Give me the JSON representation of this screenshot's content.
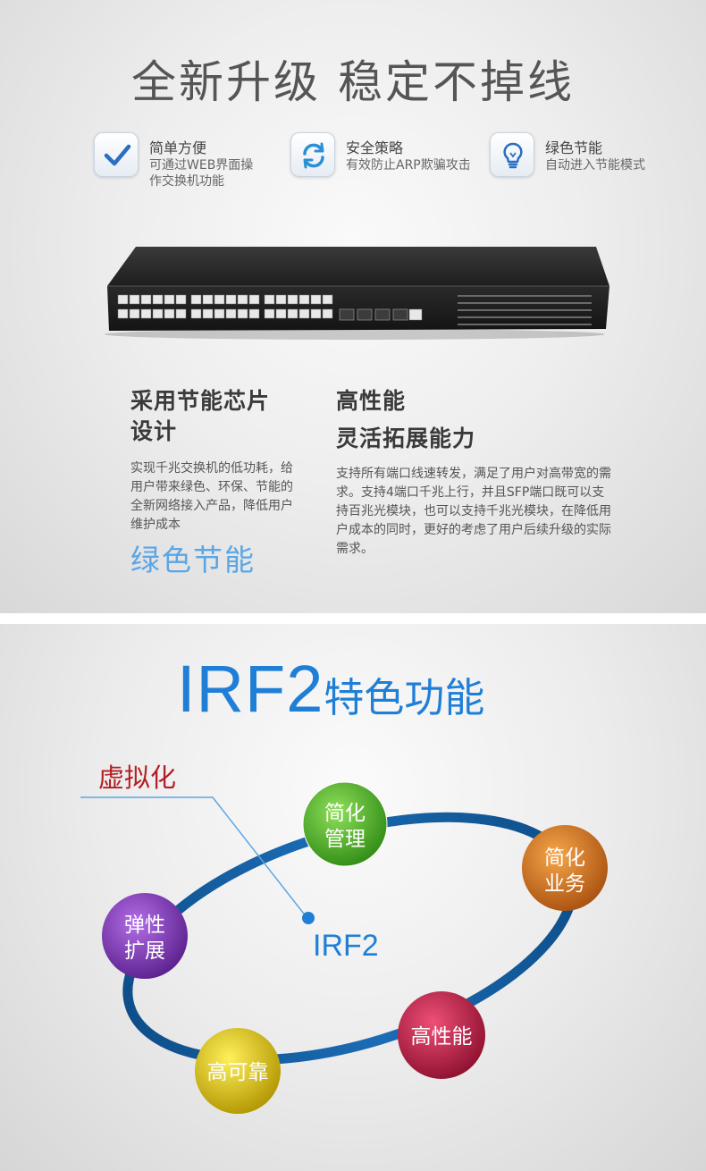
{
  "hero": {
    "title": "全新升级 稳定不掉线"
  },
  "features": [
    {
      "icon": "checkmark-icon",
      "title": "简单方便",
      "desc_line1": "可通过WEB界面操",
      "desc_line2": "作交换机功能"
    },
    {
      "icon": "refresh-icon",
      "title": "安全策略",
      "desc_line1": "有效防止ARP欺骗攻击",
      "desc_line2": ""
    },
    {
      "icon": "lightbulb-icon",
      "title": "绿色节能",
      "desc_line1": "自动进入节能模式",
      "desc_line2": ""
    }
  ],
  "left_block": {
    "heading_line1": "采用节能芯片",
    "heading_line2": "设计",
    "body": "实现千兆交换机的低功耗，给用户带来绿色、环保、节能的全新网络接入产品，降低用户维护成本",
    "highlight": "绿色节能"
  },
  "right_block": {
    "heading_line1": "高性能",
    "heading_line2": "灵活拓展能力",
    "body": "支持所有端口线速转发，满足了用户对高带宽的需求。支持4端口千兆上行，并且SFP端口既可以支持百兆光模块，也可以支持千兆光模块，在降低用户成本的同时，更好的考虑了用户后续升级的实际需求。"
  },
  "irf": {
    "title_main": "IRF2",
    "title_sub": "特色功能",
    "callout_label": "虚拟化",
    "center_label": "IRF2",
    "nodes": [
      {
        "line1": "简化",
        "line2": "管理",
        "color": "#4caf2a"
      },
      {
        "line1": "简化",
        "line2": "业务",
        "color": "#d9751c"
      },
      {
        "line1": "弹性",
        "line2": "扩展",
        "color": "#7b2fb4"
      },
      {
        "line1": "高可靠",
        "line2": "",
        "color": "#d4b800"
      },
      {
        "line1": "高性能",
        "line2": "",
        "color": "#b8173f"
      }
    ],
    "ring_color": "#0f5a9c",
    "callout_color": "#b31f24",
    "accent_color": "#1f7fd6"
  }
}
